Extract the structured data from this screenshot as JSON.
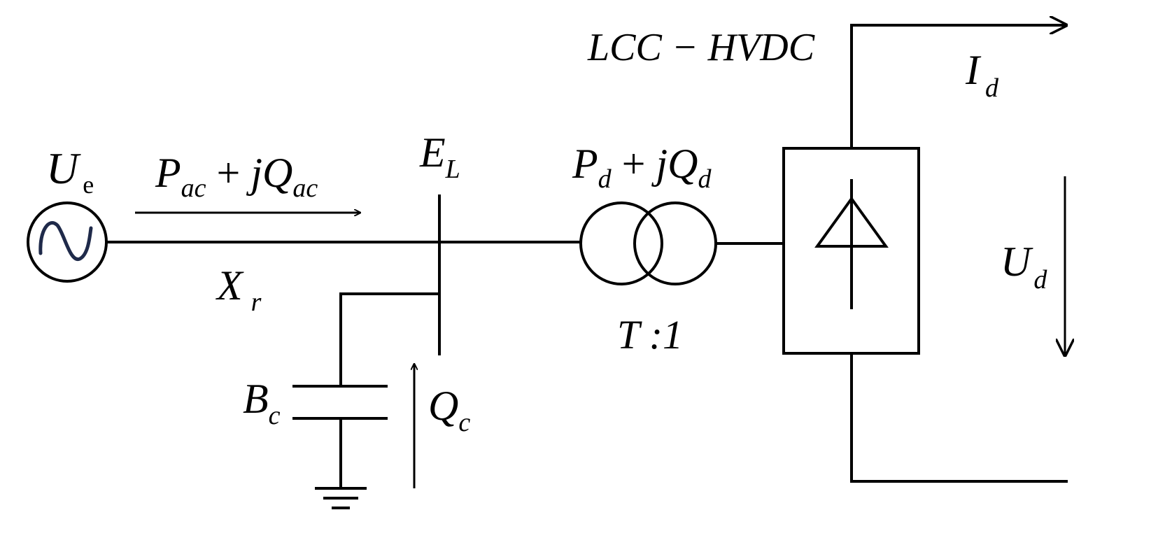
{
  "diagram": {
    "source": {
      "base": "U",
      "sub": "e"
    },
    "power_ac": {
      "P": "P",
      "P_sub": "ac",
      "op": " + ",
      "jQ": "jQ",
      "Q_sub": "ac"
    },
    "reactance": {
      "base": "X",
      "sub": "r"
    },
    "bus_voltage": {
      "base": "E",
      "sub": "L"
    },
    "capacitor": {
      "base": "B",
      "sub": "c"
    },
    "comp_power": {
      "base": "Q",
      "sub": "c"
    },
    "power_dc": {
      "P": "P",
      "P_sub": "d",
      "op": " + ",
      "jQ": "jQ",
      "Q_sub": "d"
    },
    "transformer_ratio": "T :1",
    "converter_label": "LCC − HVDC",
    "dc_current": {
      "base": "I",
      "sub": "d"
    },
    "dc_voltage": {
      "base": "U",
      "sub": "d"
    },
    "colors": {
      "line": "#000000",
      "source_wave": "#1f2a4a"
    }
  }
}
